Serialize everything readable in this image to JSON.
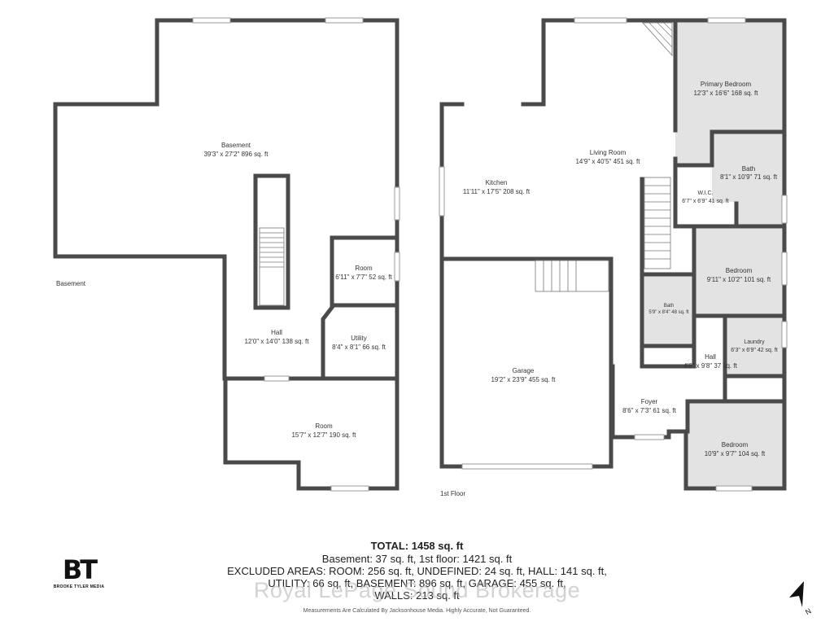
{
  "basement_plan": {
    "level_label": "Basement",
    "rooms": [
      {
        "name": "Basement",
        "dims": "39'3\" x 27'2\" 896 sq. ft"
      },
      {
        "name": "Room",
        "dims": "6'11\" x 7'7\" 52 sq. ft"
      },
      {
        "name": "Hall",
        "dims": "12'0\" x 14'0\" 138 sq. ft"
      },
      {
        "name": "Utility",
        "dims": "8'4\" x 8'1\" 66 sq. ft"
      },
      {
        "name": "Room",
        "dims": "15'7\" x 12'7\" 190 sq. ft"
      }
    ]
  },
  "first_floor_plan": {
    "level_label": "1st Floor",
    "rooms": [
      {
        "name": "Primary Bedroom",
        "dims": "12'3\" x 16'6\" 168 sq. ft"
      },
      {
        "name": "Living Room",
        "dims": "14'9\" x 40'5\" 451 sq. ft"
      },
      {
        "name": "Kitchen",
        "dims": "11'11\" x 17'5\" 208 sq. ft"
      },
      {
        "name": "Bath",
        "dims": "8'1\" x 10'9\" 71 sq. ft"
      },
      {
        "name": "W.I.C.",
        "dims": "6'7\" x 6'9\" 41 sq. ft"
      },
      {
        "name": "Bedroom",
        "dims": "9'11\" x 10'2\" 101 sq. ft"
      },
      {
        "name": "Bath",
        "dims": "5'9\" x 8'4\" 48 sq. ft"
      },
      {
        "name": "Laundry",
        "dims": "6'3\" x 6'9\" 42 sq. ft"
      },
      {
        "name": "Garage",
        "dims": "19'2\" x 23'9\" 455 sq. ft"
      },
      {
        "name": "Hall",
        "dims": "4'6\" x 9'8\" 37 sq. ft"
      },
      {
        "name": "Foyer",
        "dims": "8'6\" x 7'3\" 61 sq. ft"
      },
      {
        "name": "Bedroom",
        "dims": "10'9\" x 9'7\" 104 sq. ft"
      }
    ]
  },
  "summary": {
    "total": "TOTAL: 1458 sq. ft",
    "levels": "Basement: 37 sq. ft, 1st floor: 1421 sq. ft",
    "excluded_1": "EXCLUDED AREAS: ROOM: 256 sq. ft, UNDEFINED: 24 sq. ft, HALL: 141 sq. ft,",
    "excluded_2": "UTILITY: 66 sq. ft, BASEMENT: 896 sq. ft, GARAGE: 455 sq. ft,",
    "walls": "WALLS: 213 sq. ft"
  },
  "disclaimer": "Measurements Are Calculated By Jacksonhouse Media. Highly Accurate, Not Guaranteed.",
  "watermark": "Royal LePage Sound Brokerage",
  "logo": {
    "mark": "BT",
    "text": "BROOKE TYLER MEDIA"
  },
  "compass": {
    "label": "N"
  },
  "colors": {
    "wall": "#4a4a4a",
    "shaded_room": "#e3e3e3",
    "watermark": "#afafaf"
  }
}
